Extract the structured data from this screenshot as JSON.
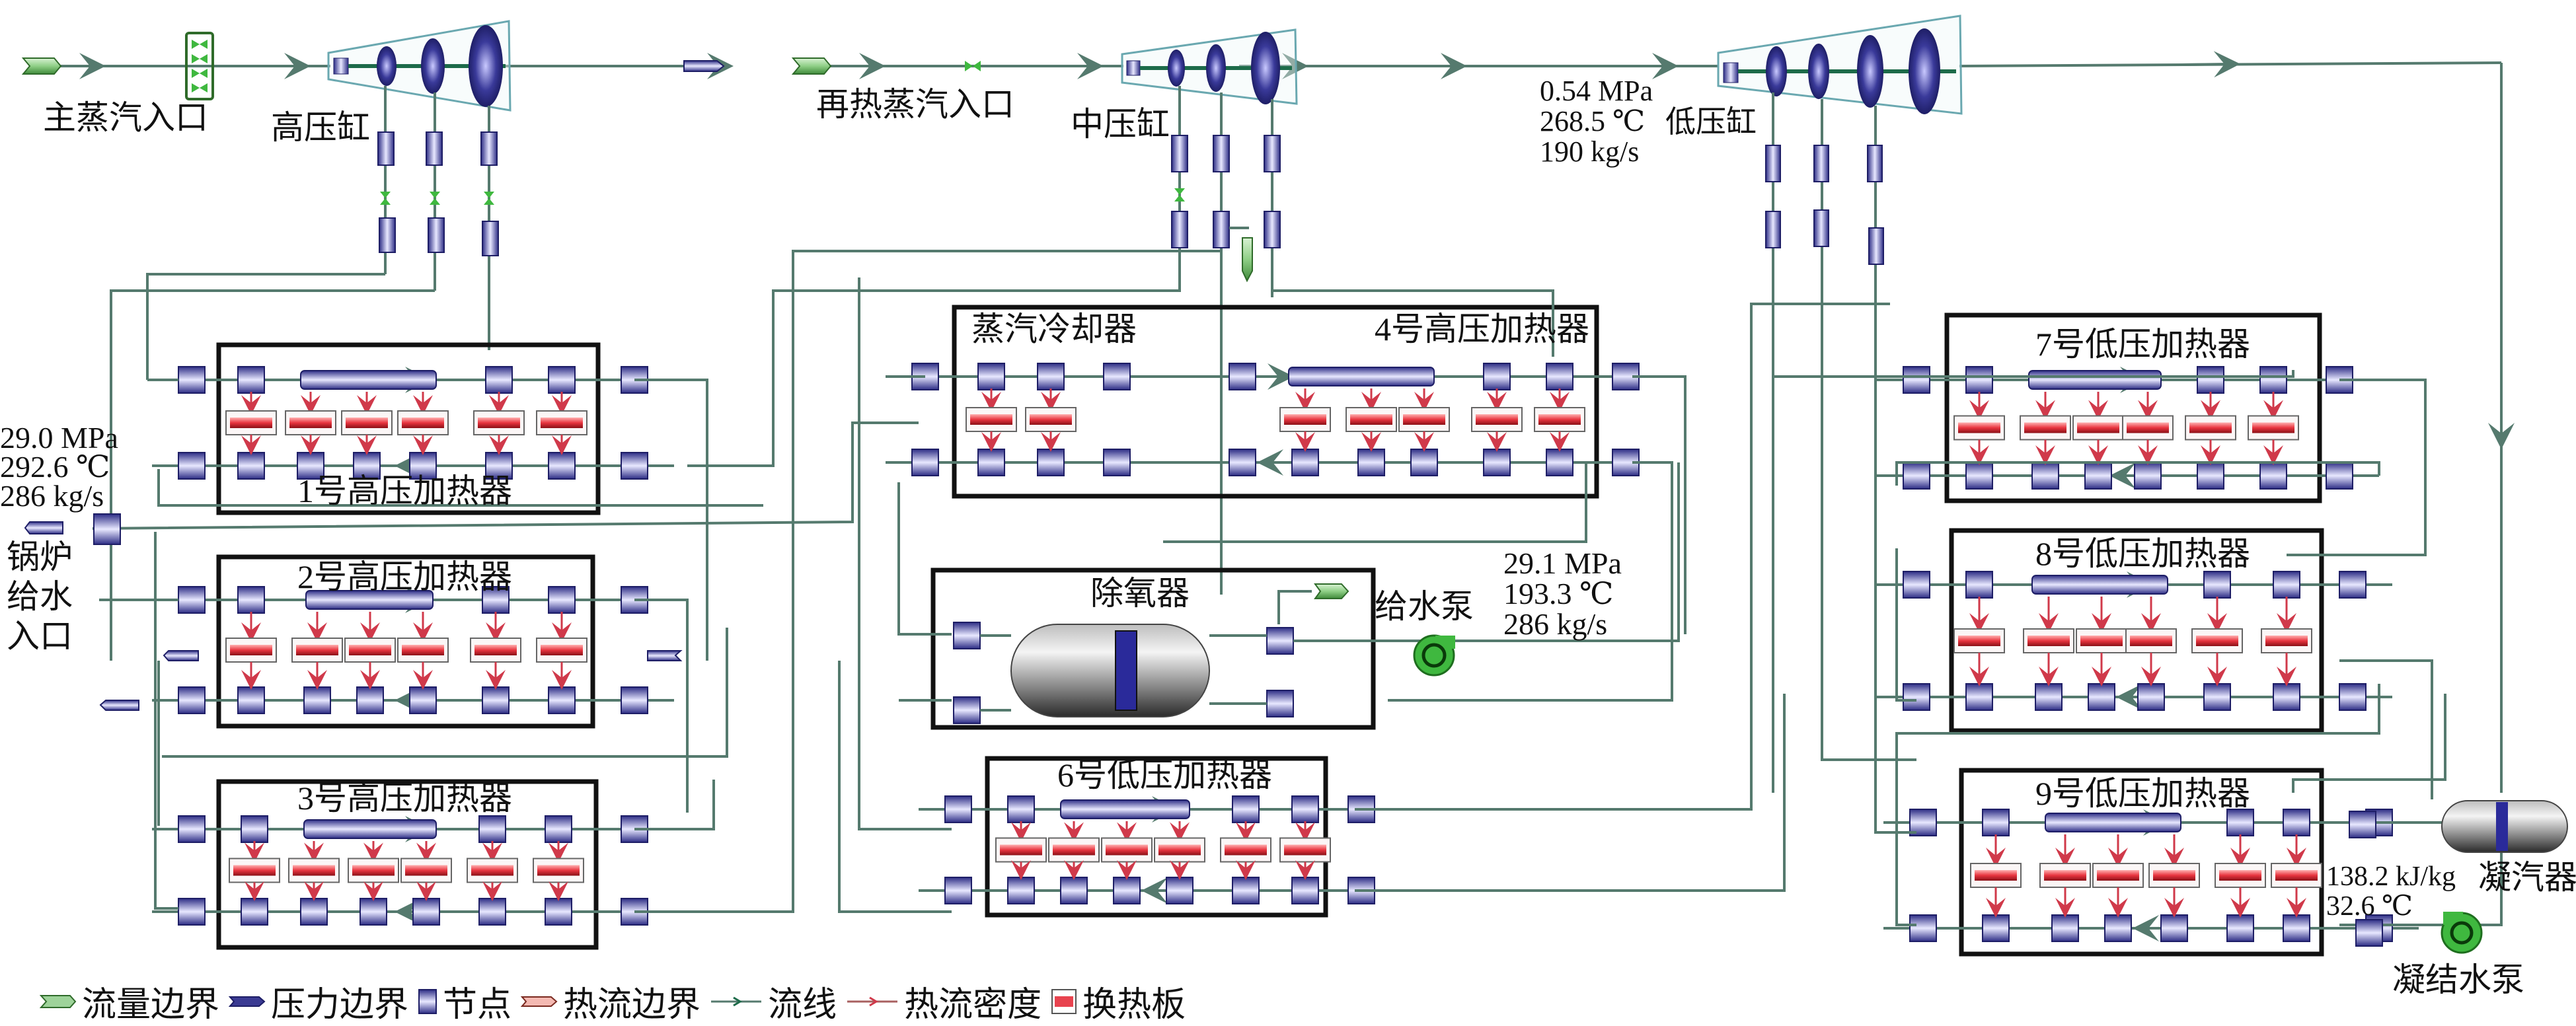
{
  "title": "超临界机组热力系统仿真模型",
  "colors": {
    "node": "#3b3b93",
    "pipe": "#557a6e",
    "heat_flow": "#d0394a",
    "heat_plate": "#e8434f",
    "flow_boundary": "#9ed39a",
    "pump": "#3fb83f",
    "box": "#111111"
  },
  "turbines": {
    "hp": {
      "label": "高压缸"
    },
    "ip": {
      "label": "中压缸"
    },
    "lp": {
      "label": "低压缸"
    }
  },
  "inlets": {
    "main_steam": "主蒸汽入口",
    "reheat_steam": "再热蒸汽入口",
    "boiler_feed": [
      "锅炉",
      "给水",
      "入口"
    ]
  },
  "heaters": [
    {
      "id": "hp1",
      "label": "1号高压加热器"
    },
    {
      "id": "hp2",
      "label": "2号高压加热器"
    },
    {
      "id": "hp3",
      "label": "3号高压加热器"
    },
    {
      "id": "desuperheater",
      "label": "蒸汽冷却器"
    },
    {
      "id": "hp4",
      "label": "4号高压加热器"
    },
    {
      "id": "deaerator",
      "label": "除氧器"
    },
    {
      "id": "lp6",
      "label": "6号低压加热器"
    },
    {
      "id": "lp7",
      "label": "7号低压加热器"
    },
    {
      "id": "lp8",
      "label": "8号低压加热器"
    },
    {
      "id": "lp9",
      "label": "9号低压加热器"
    }
  ],
  "equipment": {
    "feed_pump": "给水泵",
    "condenser": "凝汽器",
    "condensate_pump": "凝结水泵"
  },
  "readouts": {
    "boiler_feed": [
      "29.0 MPa",
      "292.6 ℃",
      "286 kg/s"
    ],
    "lp_inlet": [
      "0.54 MPa",
      "268.5 ℃",
      "190 kg/s"
    ],
    "feed_pump_out": [
      "29.1 MPa",
      "193.3 ℃",
      "286 kg/s"
    ],
    "condensate": [
      "138.2 kJ/kg",
      "32.6 ℃"
    ]
  },
  "legend": [
    {
      "icon": "flow-boundary-icon",
      "label": "流量边界"
    },
    {
      "icon": "pressure-boundary-icon",
      "label": "压力边界"
    },
    {
      "icon": "node-icon",
      "label": "节点"
    },
    {
      "icon": "heat-flow-boundary-icon",
      "label": "热流边界"
    },
    {
      "icon": "streamline-icon",
      "label": "流线"
    },
    {
      "icon": "heat-flux-density-icon",
      "label": "热流密度"
    },
    {
      "icon": "heat-exchange-plate-icon",
      "label": "换热板"
    }
  ]
}
